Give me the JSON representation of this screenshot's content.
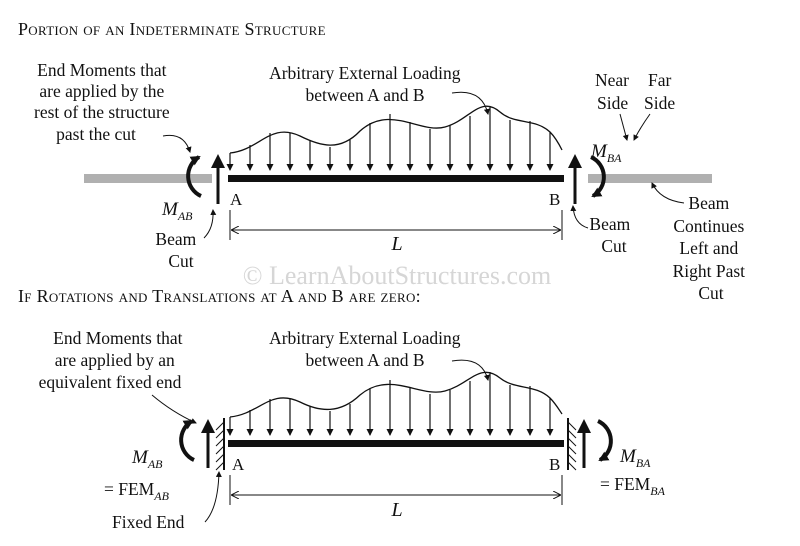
{
  "top": {
    "title": "Portion of an Indeterminate Structure",
    "end_moments": [
      "End Moments that",
      "are applied by the",
      "rest of the structure",
      "past the cut"
    ],
    "loading": [
      "Arbitrary External Loading",
      "between A and B"
    ],
    "near": "Near",
    "side1": "Side",
    "far": "Far",
    "side2": "Side",
    "m_ab": "M",
    "m_ab_sub": "AB",
    "m_ba": "M",
    "m_ba_sub": "BA",
    "point_a": "A",
    "point_b": "B",
    "beam_cut_left": [
      "Beam",
      "Cut"
    ],
    "beam_cut_right": [
      "Beam",
      "Cut"
    ],
    "length": "L",
    "beam_continues": [
      "Beam",
      "Continues",
      "Left and",
      "Right Past",
      "Cut"
    ]
  },
  "watermark": "© LearnAboutStructures.com",
  "bottom": {
    "title": "If Rotations and Translations at A and B are zero:",
    "end_moments": [
      "End Moments that",
      "are applied by an",
      "equivalent fixed end"
    ],
    "loading": [
      "Arbitrary External Loading",
      "between A and B"
    ],
    "m_ab": "M",
    "m_ab_sub": "AB",
    "fem_ab": "= FEM",
    "fem_ab_sub": "AB",
    "m_ba": "M",
    "m_ba_sub": "BA",
    "fem_ba": "= FEM",
    "fem_ba_sub": "BA",
    "point_a": "A",
    "point_b": "B",
    "length": "L",
    "fixed_end": "Fixed End"
  },
  "colors": {
    "ink": "#111111",
    "beam_ext": "#b0b0b0",
    "watermark": "#d6d6d6"
  }
}
